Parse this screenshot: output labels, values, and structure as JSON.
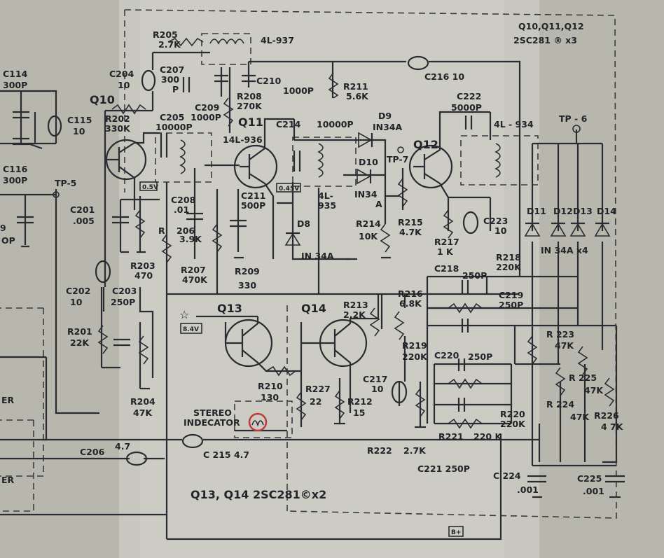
{
  "header": {
    "transistors_top": "Q10,Q11,Q12",
    "part_top": "2SC281 ® x3"
  },
  "footer": {
    "q13_q14": "Q13, Q14   2SC281©x2"
  },
  "coils": {
    "l937": "4L-937",
    "l936": "14L-936",
    "l935": "4L-\n935",
    "l934": "4L - 934"
  },
  "transistors": {
    "q10": "Q10",
    "q11": "Q11",
    "q12": "Q12",
    "q13": "Q13",
    "q14": "Q14"
  },
  "testpoints": {
    "tp5": "TP-5",
    "tp6": "TP - 6",
    "tp7": "TP-7"
  },
  "resistors": {
    "r205": "R205",
    "r205v": "2.7K",
    "r202": "R202",
    "r202v": "330K",
    "r208": "R208",
    "r208v": "270K",
    "r211": "R211",
    "r211v": "5.6K",
    "r206": "206",
    "r206v": "3.9K",
    "r206p": "R",
    "r203": "R203",
    "r203v": "470",
    "r207": "R207",
    "r207v": "470K",
    "r209": "R209",
    "r209v": "330",
    "r214": "R214",
    "r214v": "10K",
    "r215": "R215",
    "r215v": "4.7K",
    "r217": "R217",
    "r217v": "1 K",
    "r218": "R218",
    "r218v": "220K",
    "r216": "R216",
    "r216v": "6.8K",
    "r213": "R213",
    "r213v": "2.2K",
    "r219": "R219",
    "r219v": "220K",
    "r201": "R201",
    "r201v": "22K",
    "r204": "R204",
    "r204v": "47K",
    "r210": "R210",
    "r210v": "130",
    "r227": "R227",
    "r227v": "22",
    "r212": "R212",
    "r212v": "15",
    "r222": "R222",
    "r222v": "2.7K",
    "r220": "R220",
    "r220v": "220K",
    "r221": "R221",
    "r221v": "220 K",
    "r223": "R  223",
    "r223v": "47K",
    "r224": "R  224",
    "r224v": "47K",
    "r225": "R  225",
    "r225v": "47K",
    "r226": "R226",
    "r226v": "4 7K"
  },
  "capacitors": {
    "c114": "C114",
    "c114v": "300P",
    "c115": "C115",
    "c115v": "10",
    "c116": "C116",
    "c116v": "300P",
    "c204": "C204",
    "c204v": "10",
    "c207": "C207",
    "c207v": "300",
    "c207p": "P",
    "c209": "C209",
    "c209v": "1000P",
    "c210": "C210",
    "c210v": "1000P",
    "c216": "C216 10",
    "c222": "C222",
    "c222v": "5000P",
    "c205": "C205",
    "c205v": "10000P",
    "c214": "C214",
    "c214v": "10000P",
    "c201": "C201",
    "c201v": ".005",
    "c208": "C208",
    "c208v": ".01",
    "c211": "C211",
    "c211v": "500P",
    "c223": "C223",
    "c223v": "10",
    "c218": "C218",
    "c218v": "250P",
    "c219": "C219",
    "c219v": "250P",
    "c202": "C202",
    "c202v": "10",
    "c203": "C203",
    "c203v": "250P",
    "c220": "C220",
    "c220v": "250P",
    "c217": "C217",
    "c217v": "10",
    "c206": "C206",
    "c206v": "4.7",
    "c215": "C 215 4.7",
    "c221": "C221 250P",
    "c224": "C 224",
    "c224v": ".001",
    "c225": "C225",
    "c225v": ".001"
  },
  "diodes": {
    "d9": "D9",
    "d9v": "IN34A",
    "d10": "D10",
    "d10v": "IN34",
    "d10a": "A",
    "d8": "D8",
    "d8v": "IN 34A",
    "d11": "D11",
    "d12": "D12",
    "d13": "D13",
    "d14": "D14",
    "d11_14v": "IN 34A x4"
  },
  "voltages": {
    "v84": "8.4V",
    "v04a": "0.5V",
    "v04b": "0.45V",
    "box": "B+"
  },
  "lamp": {
    "label": "STEREO\nINDECATOR"
  },
  "left_fragments": {
    "f9": "9",
    "fop": "OP",
    "fer1": "ER",
    "fer2": "ER"
  }
}
